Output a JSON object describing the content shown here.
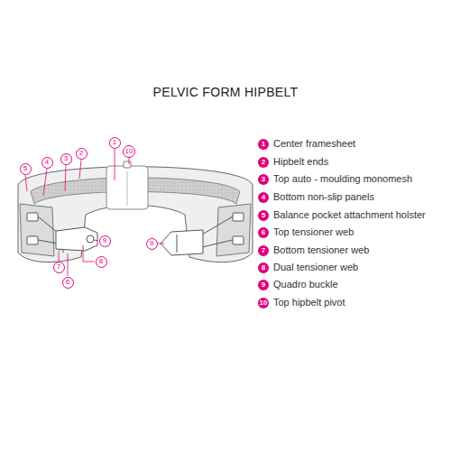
{
  "diagram": {
    "title": "PELVIC FORM HIPBELT",
    "nodes": [
      {
        "text": [
          "1"
        ]
      },
      {
        "text": [
          "10"
        ]
      },
      {
        "text": [
          "2"
        ]
      },
      {
        "text": [
          "3"
        ]
      },
      {
        "text": [
          "4"
        ]
      },
      {
        "text": [
          "5"
        ]
      },
      {
        "text": [
          "9"
        ]
      },
      {
        "text": [
          "9"
        ]
      },
      {
        "text": [
          "8"
        ]
      },
      {
        "text": [
          "7"
        ]
      },
      {
        "text": [
          "6"
        ]
      },
      {
        "text": [
          "1",
          "Center framesheet"
        ]
      },
      {
        "text": [
          "2",
          "Hipbelt ends"
        ]
      },
      {
        "text": [
          "3",
          "Top auto - moulding monomesh"
        ]
      },
      {
        "text": [
          "4",
          "Bottom non-slip panels"
        ]
      },
      {
        "text": [
          "5",
          "Balance pocket attachment holster"
        ]
      },
      {
        "text": [
          "6",
          "Top tensioner web"
        ]
      },
      {
        "text": [
          "7",
          "Bottom tensioner web"
        ]
      },
      {
        "text": [
          "8",
          "Dual tensioner web"
        ]
      },
      {
        "text": [
          "9",
          "Quadro buckle"
        ]
      },
      {
        "text": [
          "10",
          "Top hipbelt pivot"
        ]
      }
    ]
  }
}
